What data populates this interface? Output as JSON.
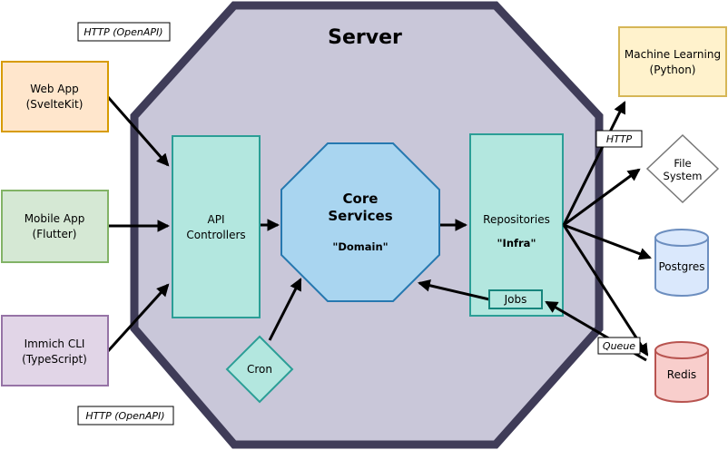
{
  "diagram": {
    "title": "Server",
    "nodes": {
      "web_app": {
        "line1": "Web App",
        "line2": "(SvelteKit)"
      },
      "mobile_app": {
        "line1": "Mobile App",
        "line2": "(Flutter)"
      },
      "immich_cli": {
        "line1": "Immich CLI",
        "line2": "(TypeScript)"
      },
      "api_controllers": {
        "line1": "API",
        "line2": "Controllers"
      },
      "core_services": {
        "line1": "Core",
        "line2": "Services",
        "subtitle": "\"Domain\""
      },
      "repositories": {
        "label": "Repositories",
        "subtitle": "\"Infra\"",
        "jobs": "Jobs"
      },
      "cron": {
        "label": "Cron"
      },
      "machine_learning": {
        "line1": "Machine Learning",
        "line2": "(Python)"
      },
      "file_system": {
        "line1": "File",
        "line2": "System"
      },
      "postgres": {
        "label": "Postgres"
      },
      "redis": {
        "label": "Redis"
      }
    },
    "edge_labels": {
      "http_openapi_top": "HTTP (OpenAPI)",
      "http_openapi_bottom": "HTTP (OpenAPI)",
      "http_ml": "HTTP",
      "queue": "Queue"
    },
    "colors": {
      "server_fill": "#c9c7d9",
      "server_border": "#3f3c58",
      "teal_fill": "#b3e7df",
      "teal_border": "#2b9e96",
      "jobs_border": "#17857c",
      "core_fill": "#a9d5f0",
      "core_border": "#2678b0",
      "webapp_fill": "#ffe6cc",
      "webapp_border": "#d79b00",
      "mobile_fill": "#d5e8d4",
      "mobile_border": "#82b366",
      "cli_fill": "#e1d5e7",
      "cli_border": "#9673a6",
      "ml_fill": "#fff2cc",
      "ml_border": "#d6b656",
      "filesystem_fill": "#ffffff",
      "filesystem_border": "#777777",
      "postgres_fill": "#dae8fc",
      "postgres_border": "#6c8ebf",
      "redis_fill": "#f8cecc",
      "redis_border": "#b85450",
      "arrow": "#000000"
    }
  }
}
